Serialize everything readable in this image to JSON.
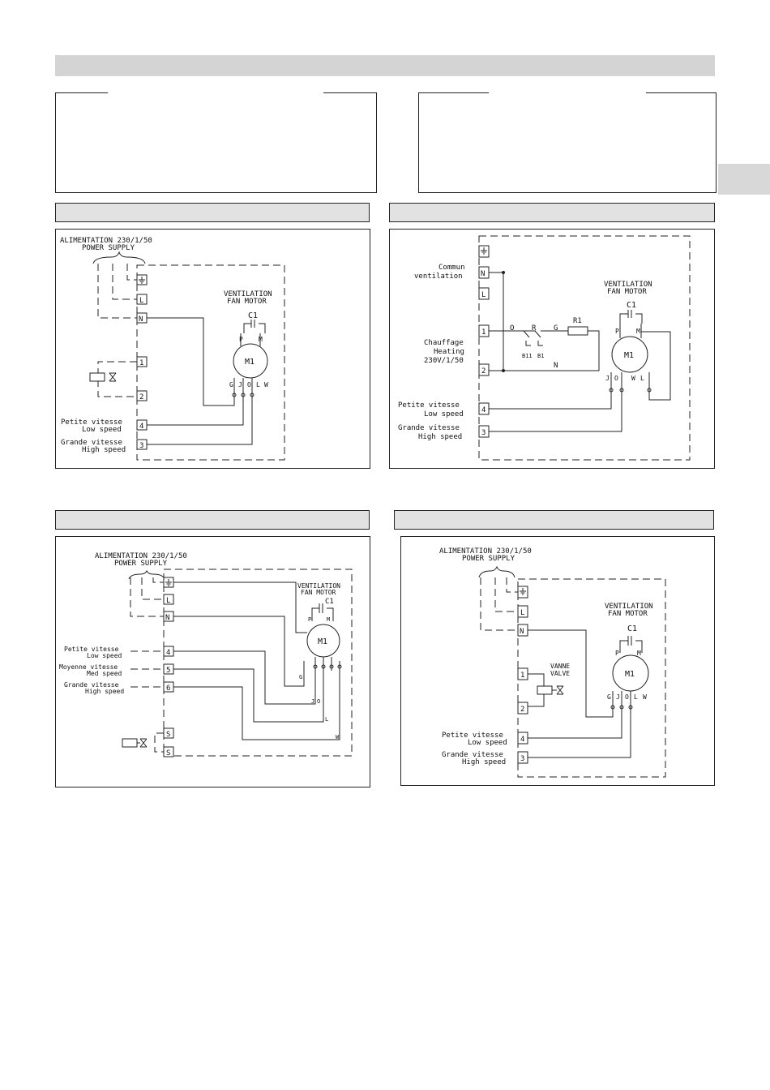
{
  "icons": {
    "ground": "ground-icon",
    "valve": "solenoid-valve-icon",
    "motor": "motor-icon",
    "capacitor": "capacitor-icon",
    "thermostat": "thermostat-icon",
    "resistor": "resistor-icon"
  },
  "diagram_1": {
    "supply_line1": "ALIMENTATION 230/1/50",
    "supply_line2": "POWER SUPPLY",
    "motor_title1": "VENTILATION",
    "motor_title2": "FAN MOTOR",
    "capacitor": "C1",
    "motor": "M1",
    "terminals": {
      "ground": "⏚",
      "L": "L",
      "N": "N",
      "t1": "1",
      "t2": "2",
      "t4": "4",
      "t3": "3"
    },
    "low_fr": "Petite vitesse",
    "low_en": "Low speed",
    "high_fr": "Grande vitesse",
    "high_en": "High speed",
    "wire_codes": {
      "P": "P",
      "M": "M",
      "G": "G",
      "J": "J",
      "O": "O",
      "L": "L",
      "W": "W"
    }
  },
  "diagram_2": {
    "common_fr": "Commun",
    "common_en": "ventilation",
    "heat_fr": "Chauffage",
    "heat_en": "Heating",
    "heat_v": "230V/1/50",
    "motor_title1": "VENTILATION",
    "motor_title2": "FAN MOTOR",
    "capacitor": "C1",
    "motor": "M1",
    "resistor": "R1",
    "thermostat1": "B11",
    "thermostat2": "B1",
    "wire_O": "O",
    "wire_R": "R",
    "wire_G": "G",
    "wire_N": "N",
    "terminals": {
      "ground": "⏚",
      "N": "N",
      "L": "L",
      "t1": "1",
      "t2": "2",
      "t4": "4",
      "t3": "3"
    },
    "low_fr": "Petite vitesse",
    "low_en": "Low speed",
    "high_fr": "Grande vitesse",
    "high_en": "High speed",
    "wire_codes": {
      "P": "P",
      "M": "M",
      "J": "J",
      "O": "O",
      "W": "W",
      "L": "L"
    }
  },
  "diagram_3": {
    "supply_line1": "ALIMENTATION 230/1/50",
    "supply_line2": "POWER SUPPLY",
    "motor_title1": "VENTILATION",
    "motor_title2": "FAN MOTOR",
    "capacitor": "C1",
    "motor": "M1",
    "terminals": {
      "ground": "⏚",
      "L": "L",
      "N": "N",
      "t4": "4",
      "t5": "5",
      "t6": "6",
      "s1": "S",
      "s2": "S"
    },
    "low_fr": "Petite vitesse",
    "low_en": "Low speed",
    "med_fr": "Moyenne vitesse",
    "med_en": "Med speed",
    "high_fr": "Grande vitesse",
    "high_en": "High speed",
    "wire_codes": {
      "P": "P",
      "M": "M",
      "G": "G",
      "J": "J",
      "O": "O",
      "L": "L",
      "W": "W"
    }
  },
  "diagram_4": {
    "supply_line1": "ALIMENTATION 230/1/50",
    "supply_line2": "POWER SUPPLY",
    "motor_title1": "VENTILATION",
    "motor_title2": "FAN MOTOR",
    "capacitor": "C1",
    "motor": "M1",
    "valve_fr": "VANNE",
    "valve_en": "VALVE",
    "terminals": {
      "ground": "⏚",
      "L": "L",
      "N": "N",
      "t1": "1",
      "t2": "2",
      "t4": "4",
      "t3": "3"
    },
    "low_fr": "Petite vitesse",
    "low_en": "Low speed",
    "high_fr": "Grande vitesse",
    "high_en": "High speed",
    "wire_codes": {
      "P": "P",
      "M": "M",
      "G": "G",
      "J": "J",
      "O": "O",
      "L": "L",
      "W": "W"
    }
  }
}
